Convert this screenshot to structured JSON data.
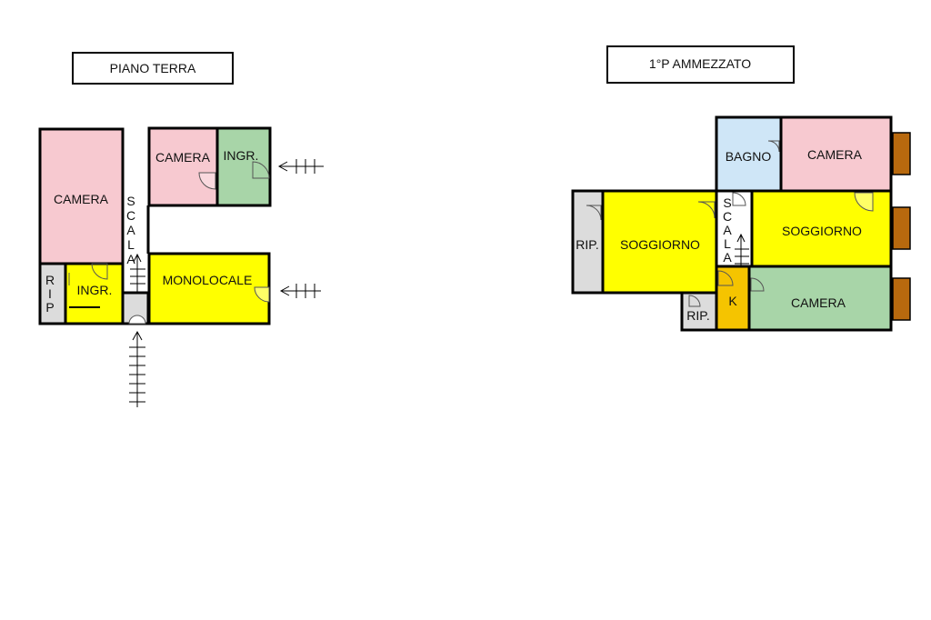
{
  "colors": {
    "camera_pink": "#f7c9d0",
    "ingresso_green": "#a8d5a8",
    "living_yellow": "#ffff00",
    "storage_gray": "#dcdcdc",
    "bath_blue": "#cfe6f7",
    "kitchen_orange": "#f5c400",
    "balcony_brown": "#b8690e",
    "wall": "#000000"
  },
  "ground_floor": {
    "title": "PIANO TERRA",
    "rooms": {
      "camera_large": "CAMERA",
      "scala": [
        "S",
        "C",
        "A",
        "L",
        "A"
      ],
      "rip": [
        "R",
        "I",
        "P"
      ],
      "ingresso_small": "INGR.",
      "camera_small": "CAMERA",
      "ingresso_green": "INGR.",
      "monolocale": "MONOLOCALE"
    }
  },
  "mezzanine_floor": {
    "title": "1°P AMMEZZATO",
    "rooms": {
      "bagno": "BAGNO",
      "camera_top": "CAMERA",
      "rip_left": "RIP.",
      "soggiorno_left": "SOGGIORNO",
      "scala": [
        "S",
        "C",
        "A",
        "L",
        "A"
      ],
      "soggiorno_right": "SOGGIORNO",
      "kitchen": "K",
      "camera_bottom": "CAMERA",
      "rip_bottom": "RIP."
    }
  }
}
